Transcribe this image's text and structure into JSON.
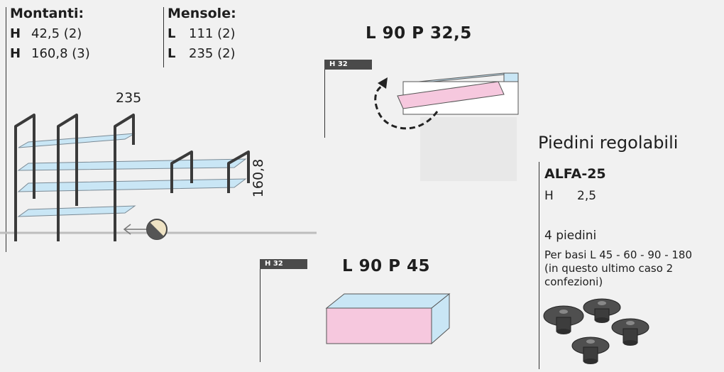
{
  "montanti": {
    "title": "Montanti:",
    "rows": [
      {
        "key": "H",
        "value": "42,5 (2)"
      },
      {
        "key": "H",
        "value": "160,8 (3)"
      }
    ]
  },
  "mensole": {
    "title": "Mensole:",
    "rows": [
      {
        "key": "L",
        "value": "111 (2)"
      },
      {
        "key": "L",
        "value": "235 (2)"
      }
    ]
  },
  "shelf_diagram": {
    "width_label": "235",
    "height_label": "160,8"
  },
  "cabinet_top": {
    "title": "L 90  P 32,5",
    "tag": "H 32"
  },
  "cabinet_bottom": {
    "title": "L 90  P 45",
    "tag": "H 32"
  },
  "feet": {
    "title": "Piedini regolabili",
    "model": "ALFA-25",
    "height_key": "H",
    "height_value": "2,5",
    "count": "4 piedini",
    "note_lines": [
      "Per basi L 45 - 60 - 90 - 180",
      "(in questo ultimo caso 2",
      "confezioni)"
    ]
  },
  "colors": {
    "shelf_glass": "#c9e6f5",
    "cabinet_front": "#f6c8de",
    "frame": "#3a3a3a",
    "floor": "#bdbdbd",
    "tag_bg": "#4a4a4a"
  }
}
